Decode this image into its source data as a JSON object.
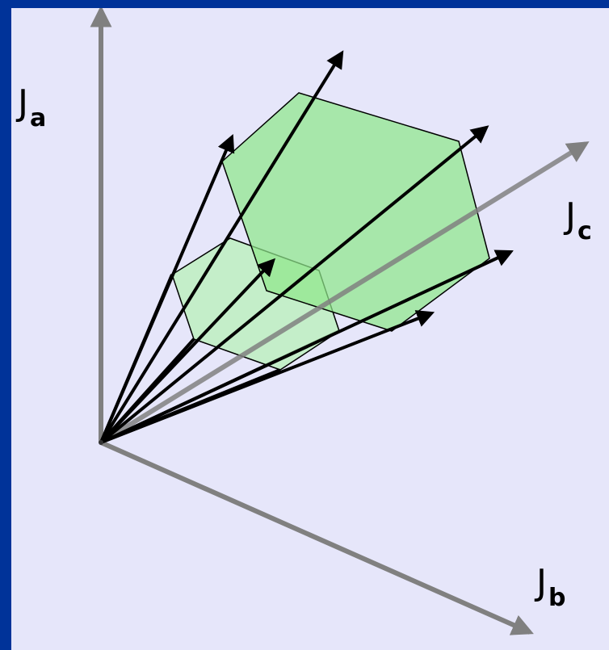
{
  "diagram": {
    "axes": [
      {
        "id": "a",
        "main": "J",
        "sub": "a"
      },
      {
        "id": "b",
        "main": "J",
        "sub": "b"
      },
      {
        "id": "c",
        "main": "J",
        "sub": "c"
      }
    ],
    "colors": {
      "frame": "#003399",
      "canvas": "#e6e6fa",
      "axis": "#808080",
      "vector": "#000000",
      "large_hexagon_fill": "#90ee80",
      "small_hexagon_fill": "#b8f0b8"
    }
  }
}
